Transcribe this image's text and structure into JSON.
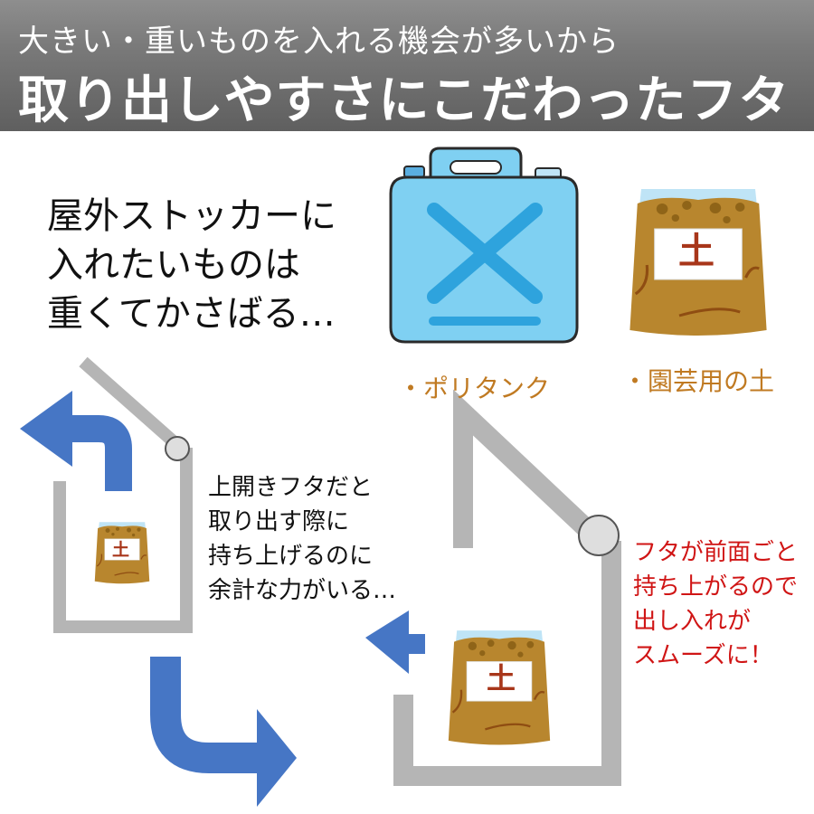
{
  "header": {
    "subtitle": "大きい・重いものを入れる機会が多いから",
    "title": "取り出しやすさにこだわったフタ"
  },
  "intro": {
    "lines": [
      "屋外ストッカーに",
      "入れたいものは",
      "重くてかさばる…"
    ]
  },
  "items": {
    "tank_label": "・ポリタンク",
    "soil_label": "・園芸用の土",
    "bag_label": "土"
  },
  "top_open": {
    "lines": [
      "上開きフタだと",
      "取り出す際に",
      "持ち上げるのに",
      "余計な力がいる…"
    ]
  },
  "front_open": {
    "lines": [
      "フタが前面ごと",
      "持ち上がるので",
      "出し入れが",
      "スムーズに！"
    ]
  },
  "colors": {
    "accent_blue": "#4676c5",
    "tank_blue": "#7fd0f2",
    "soil_brown": "#b8862e",
    "label_orange": "#c07a22",
    "highlight_red": "#d01515",
    "frame_gray": "#b5b5b5"
  }
}
